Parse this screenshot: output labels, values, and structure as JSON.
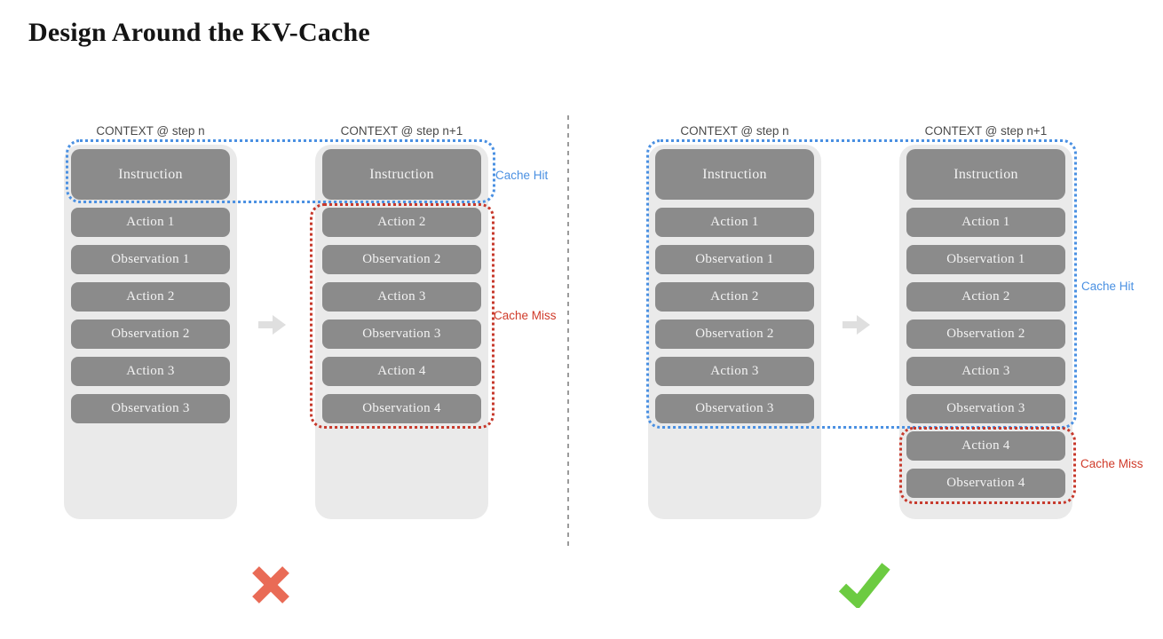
{
  "title": "Design Around the KV-Cache",
  "labels": {
    "cache_hit": "Cache Hit",
    "cache_miss": "Cache Miss"
  },
  "left_diagram": {
    "columns": [
      {
        "header": "CONTEXT @ step n",
        "blocks": [
          "Instruction",
          "Action 1",
          "Observation 1",
          "Action 2",
          "Observation 2",
          "Action 3",
          "Observation 3"
        ]
      },
      {
        "header": "CONTEXT @ step n+1",
        "blocks": [
          "Instruction",
          "Action 2",
          "Observation 2",
          "Action 3",
          "Observation 3",
          "Action 4",
          "Observation 4"
        ]
      }
    ],
    "verdict_icon": "cross-icon"
  },
  "right_diagram": {
    "columns": [
      {
        "header": "CONTEXT @ step n",
        "blocks": [
          "Instruction",
          "Action 1",
          "Observation 1",
          "Action 2",
          "Observation 2",
          "Action 3",
          "Observation 3"
        ]
      },
      {
        "header": "CONTEXT @ step n+1",
        "blocks": [
          "Instruction",
          "Action 1",
          "Observation 1",
          "Action 2",
          "Observation 2",
          "Action 3",
          "Observation 3",
          "Action 4",
          "Observation 4"
        ]
      }
    ],
    "verdict_icon": "check-icon"
  },
  "colors": {
    "cache_hit_blue": "#4a90e2",
    "cache_miss_red": "#c7392c",
    "block_grey": "#8b8b8b",
    "container_grey": "#eaeaea",
    "cross_red": "#e96b56",
    "check_green": "#6ccb41"
  }
}
